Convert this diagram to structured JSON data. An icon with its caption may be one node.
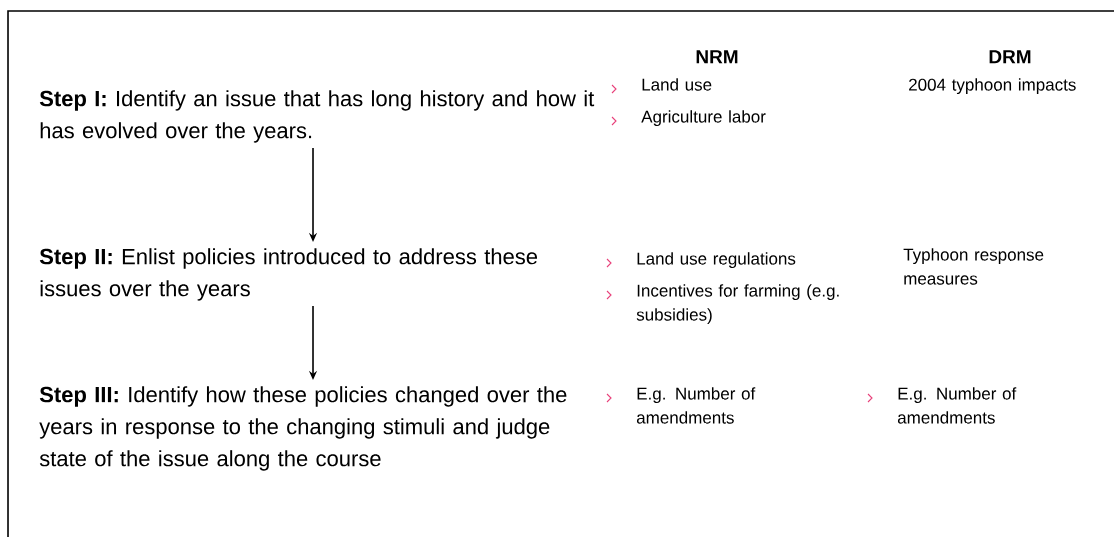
{
  "diagram": {
    "nodes": [
      {
        "text": [
          "**Step I:** Identify an issue that has long history and how it has evolved over the years."
        ]
      },
      {
        "text": [
          "**Step II:** Enlist policies introduced to address these issues over the years"
        ]
      },
      {
        "text": [
          "**Step III:** Identify how these policies changed over the years in response to the changing stimuli and judge state of the issue along the course"
        ]
      }
    ],
    "edges": [
      {
        "from": 0,
        "to": 1,
        "arrow": "to"
      },
      {
        "from": 1,
        "to": 2,
        "arrow": "to"
      }
    ],
    "labels": [
      "NRM",
      "DRM",
      "Land use",
      "Agriculture labor",
      "2004 typhoon impacts",
      "Land use regulations",
      "Incentives for farming (e.g. subsidies)",
      "Typhoon response measures",
      "E.g. Number of amendments",
      "E.g. Number of amendments"
    ]
  }
}
